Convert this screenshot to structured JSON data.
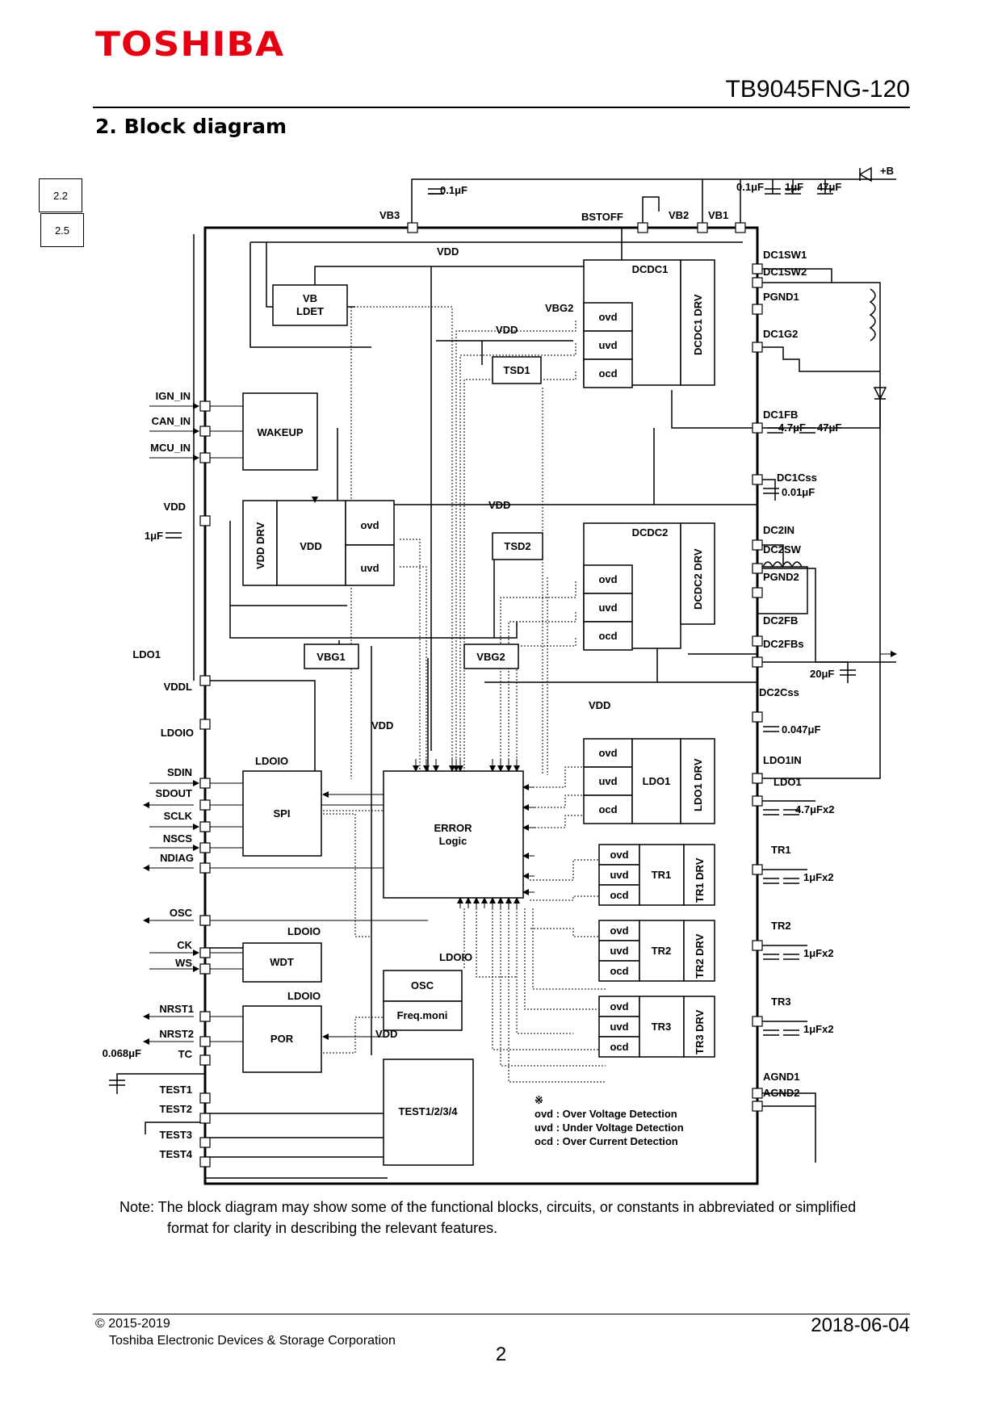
{
  "header": {
    "logo": "TOSHIBA",
    "doc_number": "TB9045FNG-120",
    "section_title": "2. Block diagram"
  },
  "revision_markers": [
    "2.2",
    "2.5"
  ],
  "diagram": {
    "blocks": {
      "vbldet": [
        "VB",
        "LDET"
      ],
      "wakeup": "WAKEUP",
      "vdd_drv": "VDD DRV",
      "vdd": "VDD",
      "ovd": "ovd",
      "uvd": "uvd",
      "ocd": "ocd",
      "dcdc1": "DCDC1",
      "dcdc1_drv": "DCDC1 DRV",
      "dcdc2": "DCDC2",
      "dcdc2_drv": "DCDC2 DRV",
      "tsd1": "TSD1",
      "tsd2": "TSD2",
      "vbg1": "VBG1",
      "vbg2": "VBG2",
      "spi": "SPI",
      "error_logic": [
        "ERROR",
        "Logic"
      ],
      "wdt": "WDT",
      "osc": "OSC",
      "freq_moni": "Freq.moni",
      "por": "POR",
      "test": "TEST1/2/3/4",
      "ldo1": "LDO1",
      "ldo1_drv": "LDO1 DRV",
      "tr1": "TR1",
      "tr1_drv": "TR1 DRV",
      "tr2": "TR2",
      "tr2_drv": "TR2 DRV",
      "tr3": "TR3",
      "tr3_drv": "TR3 DRV"
    },
    "pins": {
      "vb3": "VB3",
      "bstoff": "BSTOFF",
      "vb2": "VB2",
      "vb1": "VB1",
      "dc1sw1": "DC1SW1",
      "dc1sw2": "DC1SW2",
      "pgnd1": "PGND1",
      "dc1g2": "DC1G2",
      "dc1fb": "DC1FB",
      "dc1css": "DC1Css",
      "dc2in": "DC2IN",
      "dc2sw": "DC2SW",
      "pgnd2": "PGND2",
      "dc2fb": "DC2FB",
      "dc2fbs": "DC2FBs",
      "dc2css": "DC2Css",
      "ldo1in": "LDO1IN",
      "ldo1": "LDO1",
      "tr1": "TR1",
      "tr2": "TR2",
      "tr3": "TR3",
      "agnd1": "AGND1",
      "agnd2": "AGND2",
      "ign_in": "IGN_IN",
      "can_in": "CAN_IN",
      "mcu_in": "MCU_IN",
      "vdd": "VDD",
      "ldo1_left": "LDO1",
      "vddl": "VDDL",
      "ldoio": "LDOIO",
      "sdin": "SDIN",
      "sdout": "SDOUT",
      "sclk": "SCLK",
      "nscs": "NSCS",
      "ndiag": "NDIAG",
      "osc": "OSC",
      "ck": "CK",
      "ws": "WS",
      "nrst1": "NRST1",
      "nrst2": "NRST2",
      "tc": "TC",
      "test1": "TEST1",
      "test2": "TEST2",
      "test3": "TEST3",
      "test4": "TEST4"
    },
    "nets": {
      "vdd": "VDD",
      "vbg2": "VBG2",
      "ldoio": "LDOIO",
      "plus_b": "+B"
    },
    "components": {
      "c_vb3": "0.1μF",
      "c_b1": "0.1μF",
      "c_b2": "1μF",
      "c_b3": "47μF",
      "c_dc1a": "4.7μF",
      "c_dc1b": "47μF",
      "c_dc1css": "0.01μF",
      "c_dc2": "20μF",
      "c_dc2css": "0.047μF",
      "c_ldo1": "4.7μFx2",
      "c_tr1": "1μFx2",
      "c_tr2": "1μFx2",
      "c_tr3": "1μFx2",
      "c_vdd": "1μF",
      "c_tc": "0.068μF"
    },
    "legend": {
      "mark": "※",
      "lines": [
        "ovd : Over Voltage Detection",
        "uvd : Under Voltage Detection",
        "ocd : Over Current Detection"
      ]
    }
  },
  "note": {
    "line1": "Note: The block diagram may show some of the functional blocks, circuits, or constants in abbreviated or simplified",
    "line2": "format for clarity in describing the relevant features."
  },
  "footer": {
    "copyright": "© 2015-2019",
    "company": "Toshiba Electronic Devices & Storage Corporation",
    "date": "2018-06-04",
    "page": "2"
  }
}
